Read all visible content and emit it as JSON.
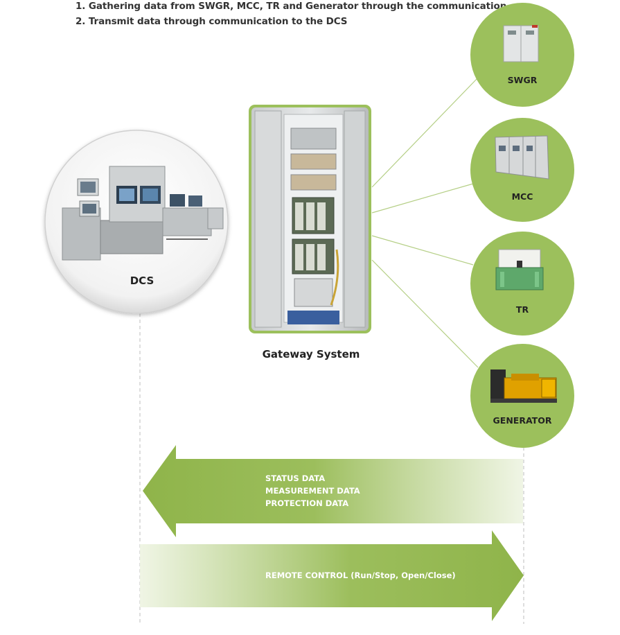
{
  "notes": [
    "1. Gathering data from SWGR, MCC, TR and Generator through the communication.",
    "2. Transmit data through communication to the DCS"
  ],
  "nodes": {
    "dcs": "DCS",
    "gateway": "Gateway System",
    "swgr": "SWGR",
    "mcc": "MCC",
    "tr": "TR",
    "generator": "GENERATOR"
  },
  "arrows": {
    "to_dcs": [
      "STATUS DATA",
      "MEASUREMENT DATA",
      "PROTECTION DATA"
    ],
    "to_devices": "REMOTE CONTROL (Run/Stop, Open/Close)"
  },
  "colors": {
    "accent_green": "#9dbe5a",
    "circle_green": "#9cc05c",
    "line_green": "#b5cf86"
  }
}
